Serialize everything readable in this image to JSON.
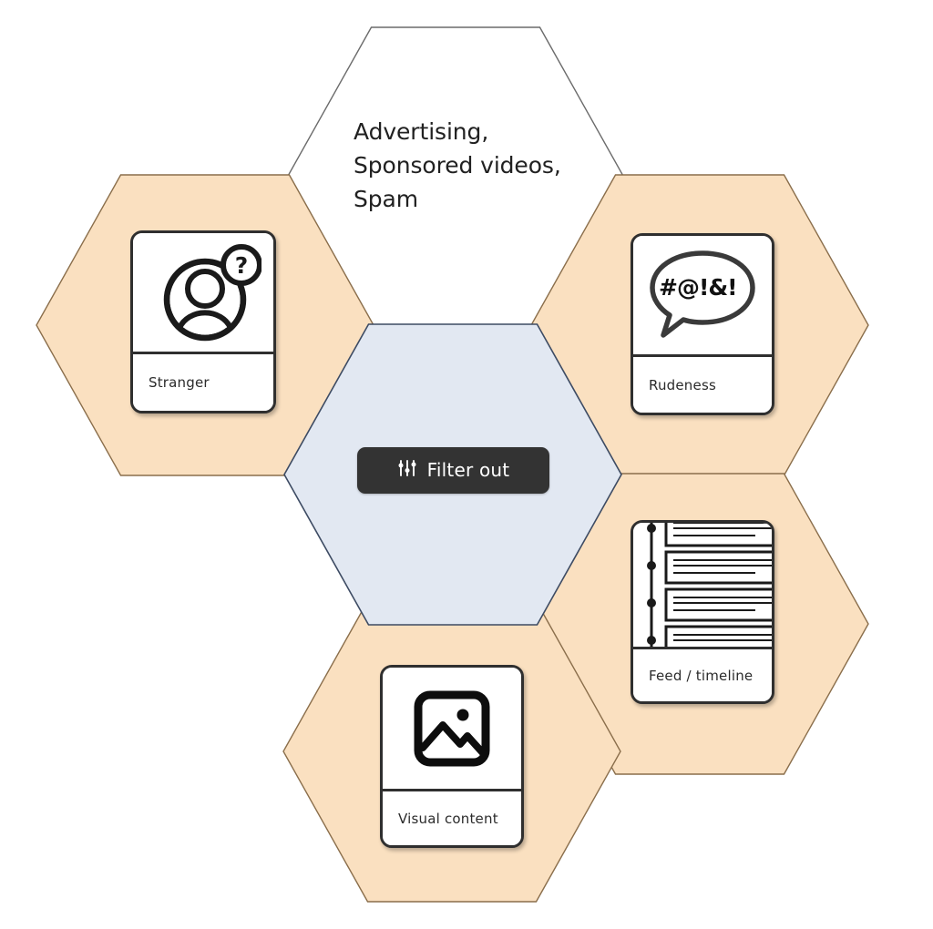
{
  "diagram": {
    "title_hex": {
      "text": "Advertising,\nSponsored videos,\nSpam"
    },
    "center": {
      "button_label": "Filter out",
      "button_icon": "sliders-icon",
      "fill_color": "#e2e8f2",
      "stroke_color": "#3d4b63",
      "button_bg": "#333333"
    },
    "accent_color": "#fae0c0",
    "accent_stroke": "#8a6e4b",
    "plain_fill": "#ffffff",
    "plain_stroke": "#6b6b6b",
    "cards": [
      {
        "id": "stranger",
        "label": "Stranger",
        "icon": "user-question-icon"
      },
      {
        "id": "rudeness",
        "label": "Rudeness",
        "icon": "speech-bubble-icon",
        "bubble_text": "#@!&!"
      },
      {
        "id": "feed-timeline",
        "label": "Feed / timeline",
        "icon": "timeline-feed-icon"
      },
      {
        "id": "visual-content",
        "label": "Visual content",
        "icon": "image-icon"
      }
    ]
  }
}
